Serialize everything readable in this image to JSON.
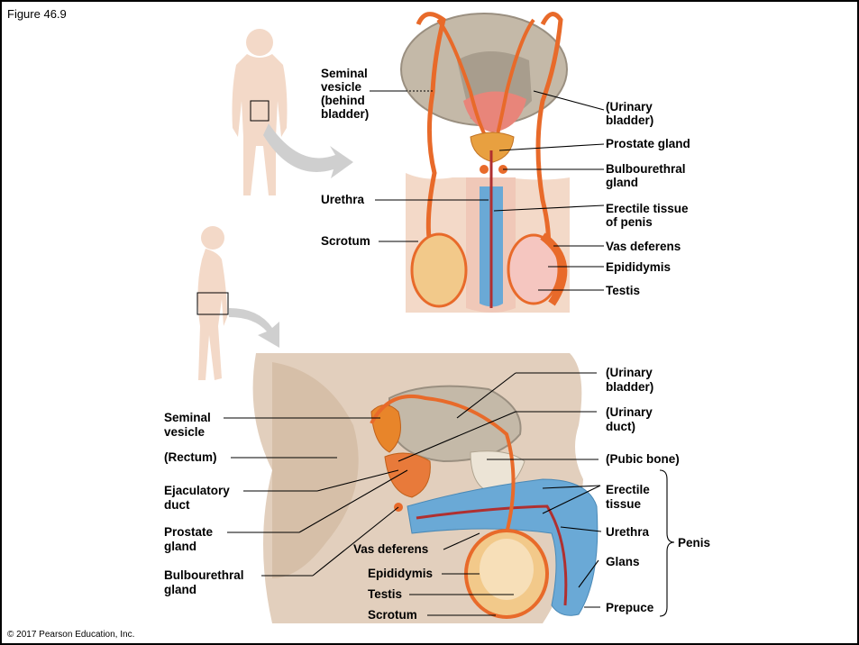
{
  "figure_label": "Figure 46.9",
  "copyright": "© 2017 Pearson Education, Inc.",
  "top_view": {
    "left_labels": {
      "seminal_vesicle": [
        "Seminal",
        "vesicle",
        "(behind",
        "bladder)"
      ],
      "urethra": "Urethra",
      "scrotum": "Scrotum"
    },
    "right_labels": {
      "urinary_bladder": [
        "(Urinary",
        "bladder)"
      ],
      "prostate_gland": "Prostate gland",
      "bulbourethral_gland": [
        "Bulbourethral",
        "gland"
      ],
      "erectile_tissue": [
        "Erectile tissue",
        "of penis"
      ],
      "vas_deferens": "Vas deferens",
      "epididymis": "Epididymis",
      "testis": "Testis"
    }
  },
  "side_view": {
    "left_labels": {
      "seminal_vesicle": [
        "Seminal",
        "vesicle"
      ],
      "rectum": "(Rectum)",
      "ejaculatory_duct": [
        "Ejaculatory",
        "duct"
      ],
      "prostate_gland": [
        "Prostate",
        "gland"
      ],
      "bulbourethral_gland": [
        "Bulbourethral",
        "gland"
      ]
    },
    "center_labels": {
      "vas_deferens": "Vas deferens",
      "epididymis": "Epididymis",
      "testis": "Testis",
      "scrotum": "Scrotum"
    },
    "right_labels": {
      "urinary_bladder": [
        "(Urinary",
        "bladder)"
      ],
      "urinary_duct": [
        "(Urinary",
        "duct)"
      ],
      "pubic_bone": "(Pubic bone)",
      "erectile_tissue": [
        "Erectile",
        "tissue"
      ],
      "urethra": "Urethra",
      "glans": "Glans",
      "prepuce": "Prepuce",
      "penis_bracket": "Penis"
    }
  },
  "colors": {
    "skin": "#f3d9c8",
    "bladder": "#c4b9a8",
    "urine_interior": "#e8857a",
    "duct_orange": "#e86a2a",
    "erectile_blue": "#6aa9d6",
    "testis_fill": "#f2c98a",
    "pelvis_tan": "#e2cfbd",
    "arrow_gray": "#cfcfcf"
  }
}
